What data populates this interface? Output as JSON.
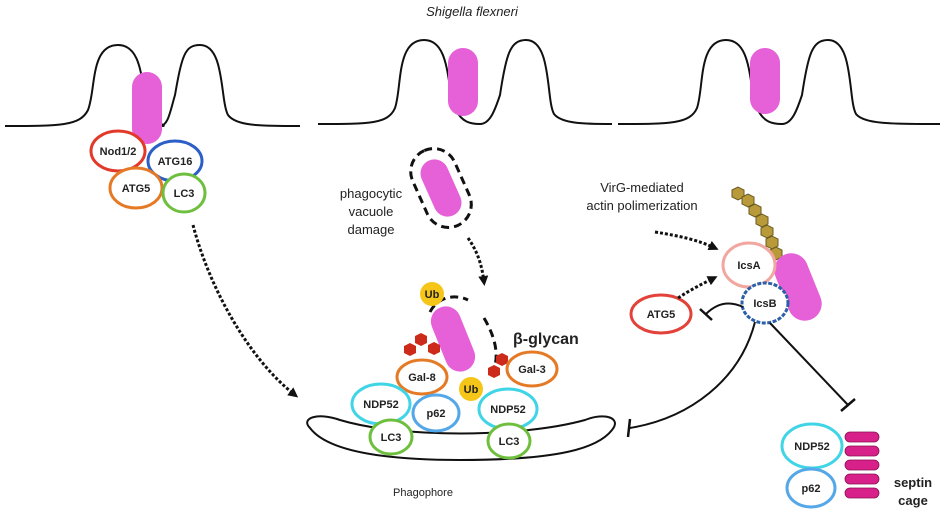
{
  "title": "Shigella flexneri",
  "labels": {
    "vacuole_damage_line1": "phagocytic",
    "vacuole_damage_line2": "vacuole",
    "vacuole_damage_line3": "damage",
    "virg_line1": "VirG-mediated",
    "virg_line2": "actin polimerization",
    "beta_glycan": "β-glycan",
    "phagophore": "Phagophore",
    "septin_line1": "septin",
    "septin_line2": "cage"
  },
  "proteins": {
    "nod": "Nod1/2",
    "atg16": "ATG16",
    "atg5_left": "ATG5",
    "lc3_left": "LC3",
    "ub_top": "Ub",
    "ub_mid": "Ub",
    "gal8": "Gal-8",
    "gal3": "Gal-3",
    "ndp52_left": "NDP52",
    "p62_mid": "p62",
    "ndp52_right": "NDP52",
    "lc3_mid_left": "LC3",
    "lc3_mid_right": "LC3",
    "icsa": "IcsA",
    "icsb": "IcsB",
    "atg5_right": "ATG5",
    "ndp52_septin": "NDP52",
    "p62_septin": "p62"
  },
  "colors": {
    "bacterium": "#e660d8",
    "nod": "#e23a2a",
    "atg16": "#2b5fc7",
    "atg5": "#e57a26",
    "lc3": "#6fbf3f",
    "ub": "#f5c518",
    "glycan": "#cc2a1a",
    "gal": "#e57a26",
    "ndp52": "#3fd4e6",
    "p62": "#55a8e8",
    "icsa": "#f2a6a0",
    "icsb": "#2b5fa8",
    "atg5_right": "#e2423a",
    "septin": "#d8208a",
    "actin": "#9c8a3a"
  }
}
